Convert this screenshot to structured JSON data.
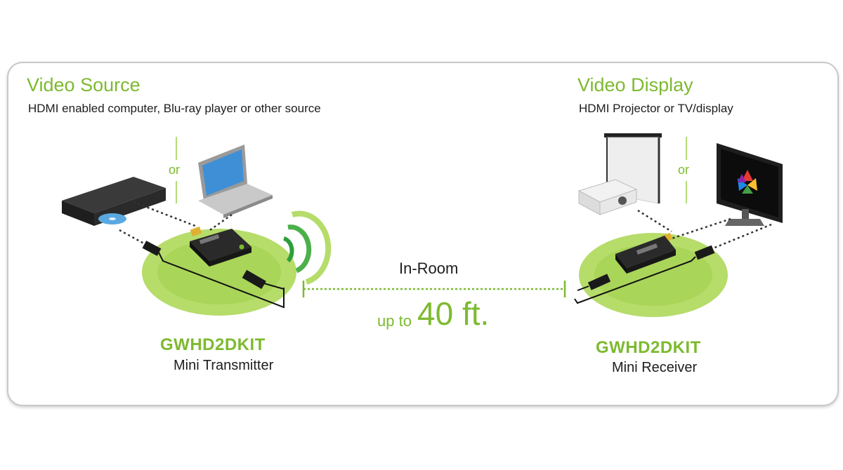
{
  "source": {
    "title": "Video Source",
    "subtitle": "HDMI enabled computer, Blu-ray player or other source",
    "or_label": "or"
  },
  "display": {
    "title": "Video Display",
    "subtitle": "HDMI Projector or TV/display",
    "or_label": "or"
  },
  "transmitter": {
    "model": "GWHD2DKIT",
    "name": "Mini Transmitter"
  },
  "receiver": {
    "model": "GWHD2DKIT",
    "name": "Mini Receiver"
  },
  "link": {
    "label": "In-Room",
    "range_prefix": "up to",
    "range_value": "40 ft."
  },
  "colors": {
    "accent_green": "#7dba2f",
    "disc_green": "#b6dc6a",
    "device_black": "#1a1a1a"
  },
  "icons": [
    "bluray-player-icon",
    "laptop-icon",
    "transmitter-dongle-icon",
    "wireless-signal-icon",
    "projector-icon",
    "projection-screen-icon",
    "tv-monitor-icon",
    "receiver-dongle-icon"
  ]
}
